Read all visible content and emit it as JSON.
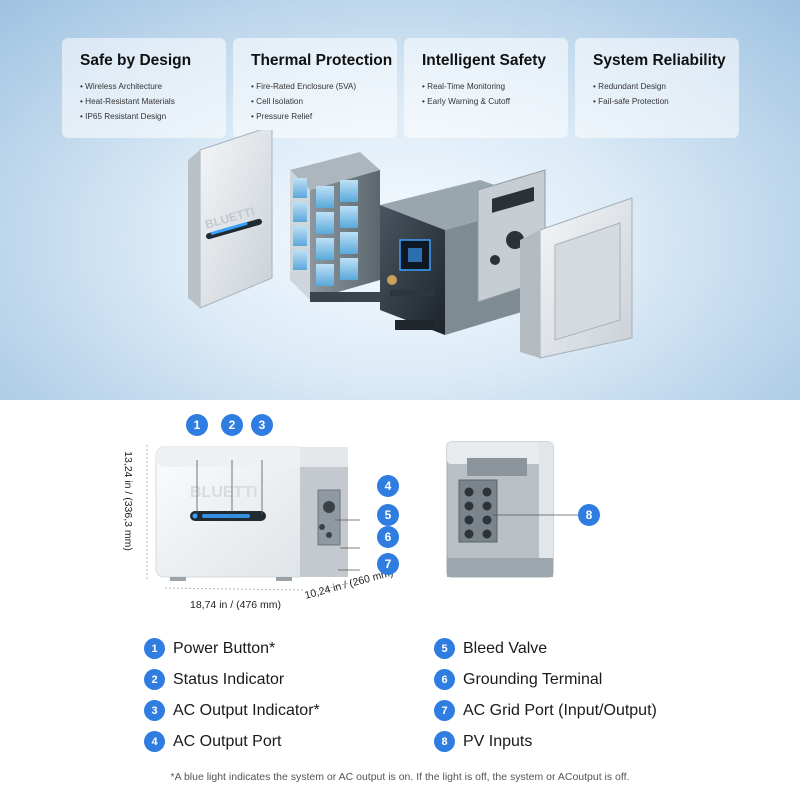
{
  "feature_cards": [
    {
      "title": "Safe by Design",
      "bullets": [
        "Wireless Architecture",
        "Heat-Resistant Materials",
        "IP65 Resistant Design"
      ]
    },
    {
      "title": "Thermal Protection",
      "bullets": [
        "Fire-Rated Enclosure (5VA)",
        "Cell Isolation",
        "Pressure Relief"
      ]
    },
    {
      "title": "Intelligent Safety",
      "bullets": [
        "Real-Time Monitoring",
        "Early Warning & Cutoff"
      ]
    },
    {
      "title": "System Reliability",
      "bullets": [
        "Redundant Design",
        "Fail-safe Protection"
      ]
    }
  ],
  "brand": {
    "logo_text": "BLUETTI"
  },
  "dimensions": {
    "height": "13,24 in / (336,3 mm)",
    "width": "18,74 in / (476 mm)",
    "depth": "10,24 in / (260 mm)"
  },
  "callouts": [
    "1",
    "2",
    "3",
    "4",
    "5",
    "6",
    "7",
    "8"
  ],
  "legend": [
    {
      "num": "1",
      "label": "Power Button*"
    },
    {
      "num": "2",
      "label": "Status Indicator"
    },
    {
      "num": "3",
      "label": "AC Output Indicator*"
    },
    {
      "num": "4",
      "label": "AC Output Port"
    },
    {
      "num": "5",
      "label": "Bleed Valve"
    },
    {
      "num": "6",
      "label": "Grounding Terminal"
    },
    {
      "num": "7",
      "label": "AC Grid Port (Input/Output)"
    },
    {
      "num": "8",
      "label": "PV Inputs"
    }
  ],
  "footnote": "*A blue light indicates the system or AC output is on. If the light is off, the system or ACoutput is off.",
  "colors": {
    "accent": "#2f7de1",
    "indicator_glow": "#3aa0ff"
  }
}
